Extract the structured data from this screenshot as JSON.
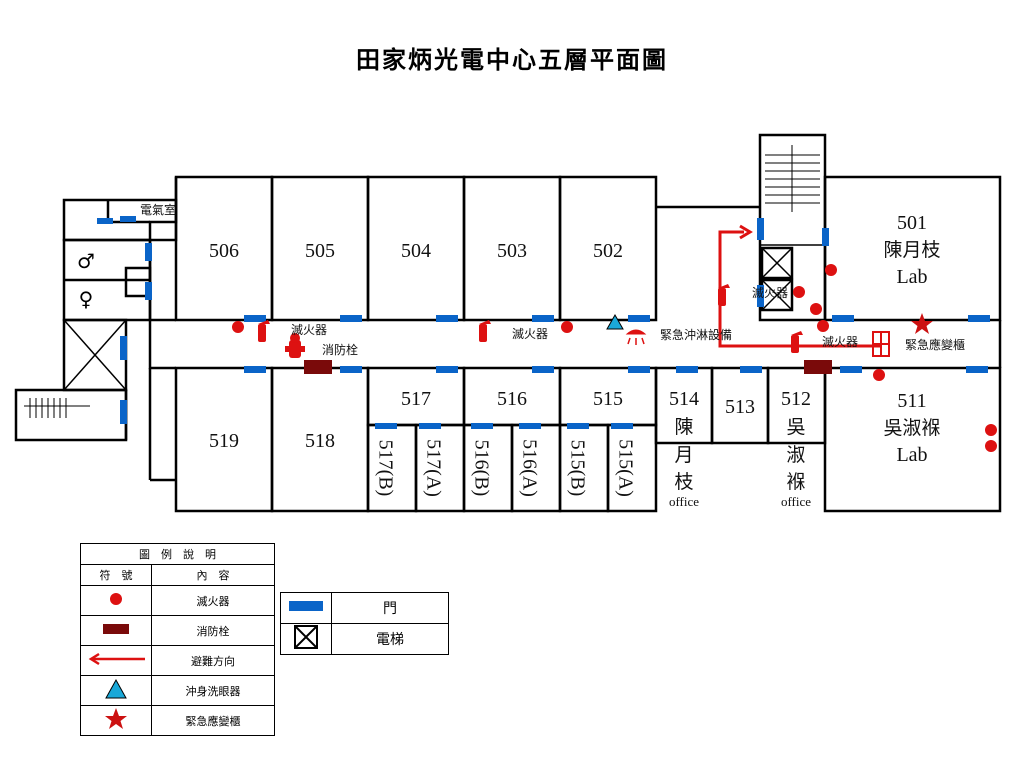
{
  "title": "田家炳光電中心五層平面圖",
  "rooms": {
    "r506": "506",
    "r505": "505",
    "r504": "504",
    "r503": "503",
    "r502": "502",
    "r501": "501",
    "r501_name": "陳月枝",
    "r501_lab": "Lab",
    "r519": "519",
    "r518": "518",
    "r517": "517",
    "r516": "516",
    "r515": "515",
    "r514": "514",
    "r514_n1": "陳",
    "r514_n2": "月",
    "r514_n3": "枝",
    "r514_office": "office",
    "r513": "513",
    "r512": "512",
    "r512_n1": "吳",
    "r512_n2": "淑",
    "r512_n3": "褓",
    "r512_office": "office",
    "r511": "511",
    "r511_name": "吳淑褓",
    "r511_lab": "Lab",
    "sub": [
      "517(B)",
      "517(A)",
      "516(B)",
      "516(A)",
      "515(B)",
      "515(A)"
    ],
    "electrical": "電氣室",
    "male_symbol": "♂",
    "female_symbol": "♀"
  },
  "annotations": {
    "ext1": "滅火器",
    "ext2": "滅火器",
    "ext3": "滅火器",
    "ext4": "滅火器",
    "hydrant": "消防栓",
    "shower": "緊急沖淋設備",
    "cabinet": "緊急應變櫃"
  },
  "legend": {
    "title": "圖　例　說　明",
    "col_symbol": "符　號",
    "col_content": "內　容",
    "items": [
      {
        "icon": "red-dot",
        "label": "滅火器"
      },
      {
        "icon": "dark-red-bar",
        "label": "消防栓"
      },
      {
        "icon": "red-arrow",
        "label": "避難方向"
      },
      {
        "icon": "blue-triangle",
        "label": "沖身洗眼器"
      },
      {
        "icon": "red-star",
        "label": "緊急應變櫃"
      }
    ]
  },
  "legend2": {
    "items": [
      {
        "icon": "blue-door",
        "label": "門"
      },
      {
        "icon": "elevator-box",
        "label": "電梯"
      }
    ]
  },
  "colors": {
    "door": "#0a64c8",
    "extinguisher": "#dd1111",
    "hydrant": "#7a0a0a",
    "shower": "#1aa8d8"
  }
}
